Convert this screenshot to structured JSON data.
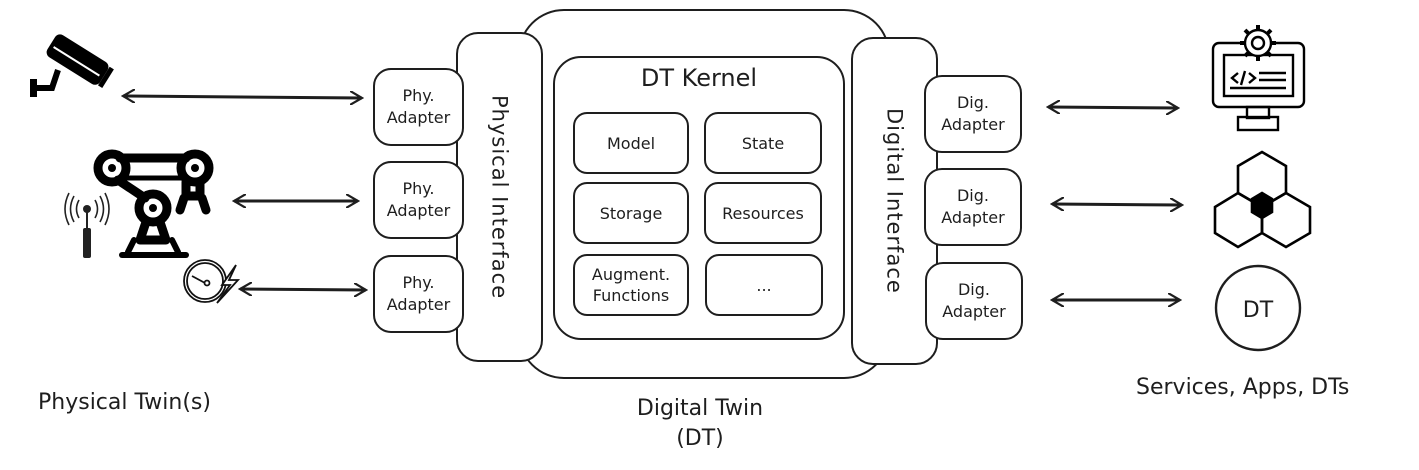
{
  "physical_side": {
    "caption": "Physical Twin(s)",
    "icons": [
      "security-camera-icon",
      "robot-arm-icon",
      "wireless-sensor-icon",
      "gauge-energy-icon"
    ]
  },
  "digital_twin": {
    "caption_line1": "Digital Twin",
    "caption_line2": "(DT)",
    "physical_interface": {
      "label": "Physical Interface",
      "adapters": [
        "Phy.\nAdapter",
        "Phy.\nAdapter",
        "Phy.\nAdapter"
      ]
    },
    "kernel": {
      "title": "DT Kernel",
      "components": [
        {
          "label": "Model"
        },
        {
          "label": "State"
        },
        {
          "label": "Storage"
        },
        {
          "label": "Resources"
        },
        {
          "label": "Augment.\nFunctions"
        },
        {
          "label": "..."
        }
      ]
    },
    "digital_interface": {
      "label": "Digital Interface",
      "adapters": [
        "Dig.\nAdapter",
        "Dig.\nAdapter",
        "Dig.\nAdapter"
      ]
    }
  },
  "digital_side": {
    "caption": "Services, Apps, DTs",
    "icons": [
      "code-monitor-gear-icon",
      "hex-cubes-icon",
      "dt-circle-icon"
    ],
    "dt_circle_label": "DT"
  },
  "connections": [
    {
      "from": "security-camera",
      "to": "phy-adapter-1",
      "type": "bidirectional"
    },
    {
      "from": "robot-arm",
      "to": "phy-adapter-2",
      "type": "bidirectional"
    },
    {
      "from": "gauge-energy",
      "to": "phy-adapter-3",
      "type": "bidirectional"
    },
    {
      "from": "dig-adapter-1",
      "to": "code-monitor",
      "type": "bidirectional"
    },
    {
      "from": "dig-adapter-2",
      "to": "hex-cubes",
      "type": "bidirectional"
    },
    {
      "from": "dig-adapter-3",
      "to": "dt-circle",
      "type": "bidirectional"
    }
  ]
}
